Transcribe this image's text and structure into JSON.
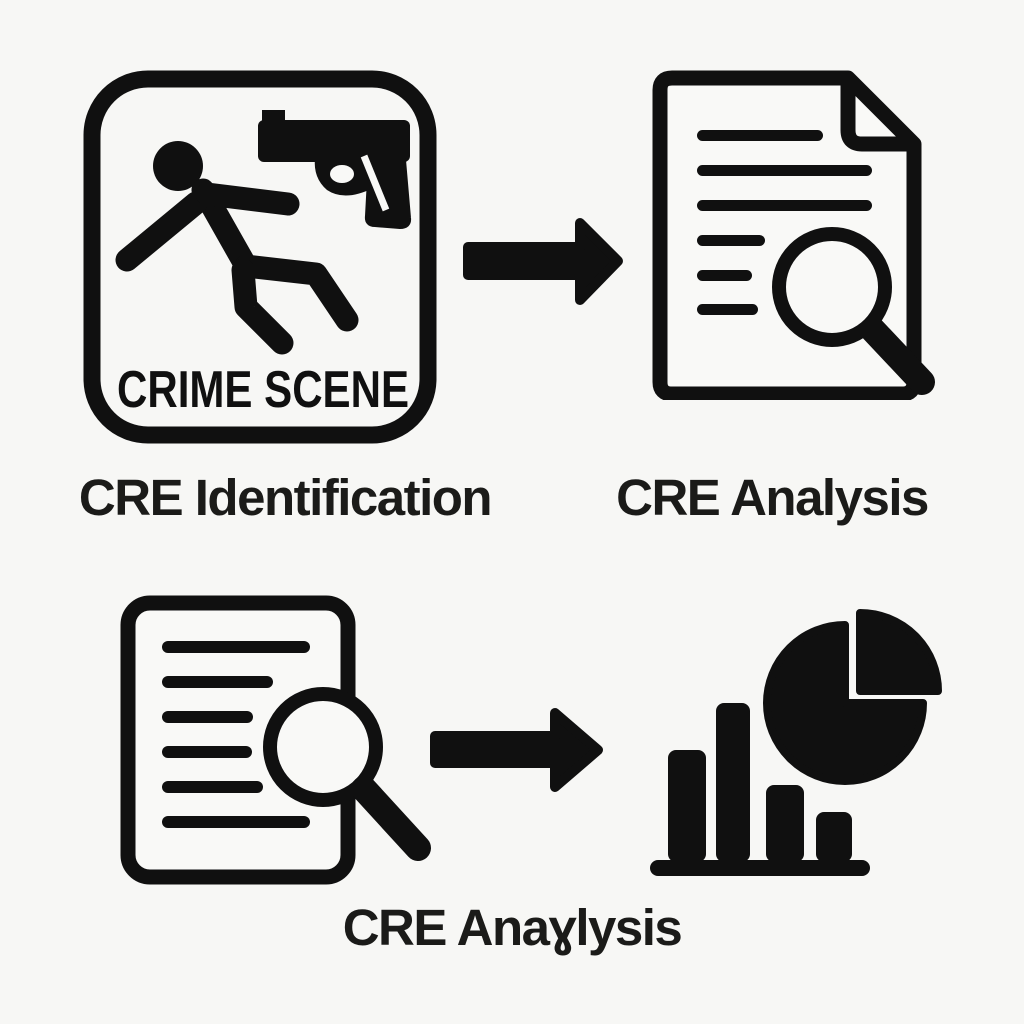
{
  "canvas": {
    "background_color": "#f7f7f5",
    "ink_color": "#101010",
    "label_color": "#1b1b19"
  },
  "flow": {
    "row1": {
      "step1_label": "CRE Identification",
      "step2_label": "CRE Analysis"
    },
    "row2": {
      "caption": "CRE Anaɣlysis"
    }
  },
  "crime_scene_sign": {
    "text": "CRIME SCENE"
  },
  "icons": {
    "crime_scene": "crime-scene-sign-icon",
    "fallen_person": "fallen-person-icon",
    "pistol": "pistol-icon",
    "arrow_top": "right-arrow-icon",
    "arrow_bottom": "right-arrow-icon",
    "document_search_top": "document-search-icon",
    "document_search_bottom": "document-search-icon",
    "magnifier": "magnifier-icon",
    "analytics": "bar-chart-pie-icon"
  }
}
